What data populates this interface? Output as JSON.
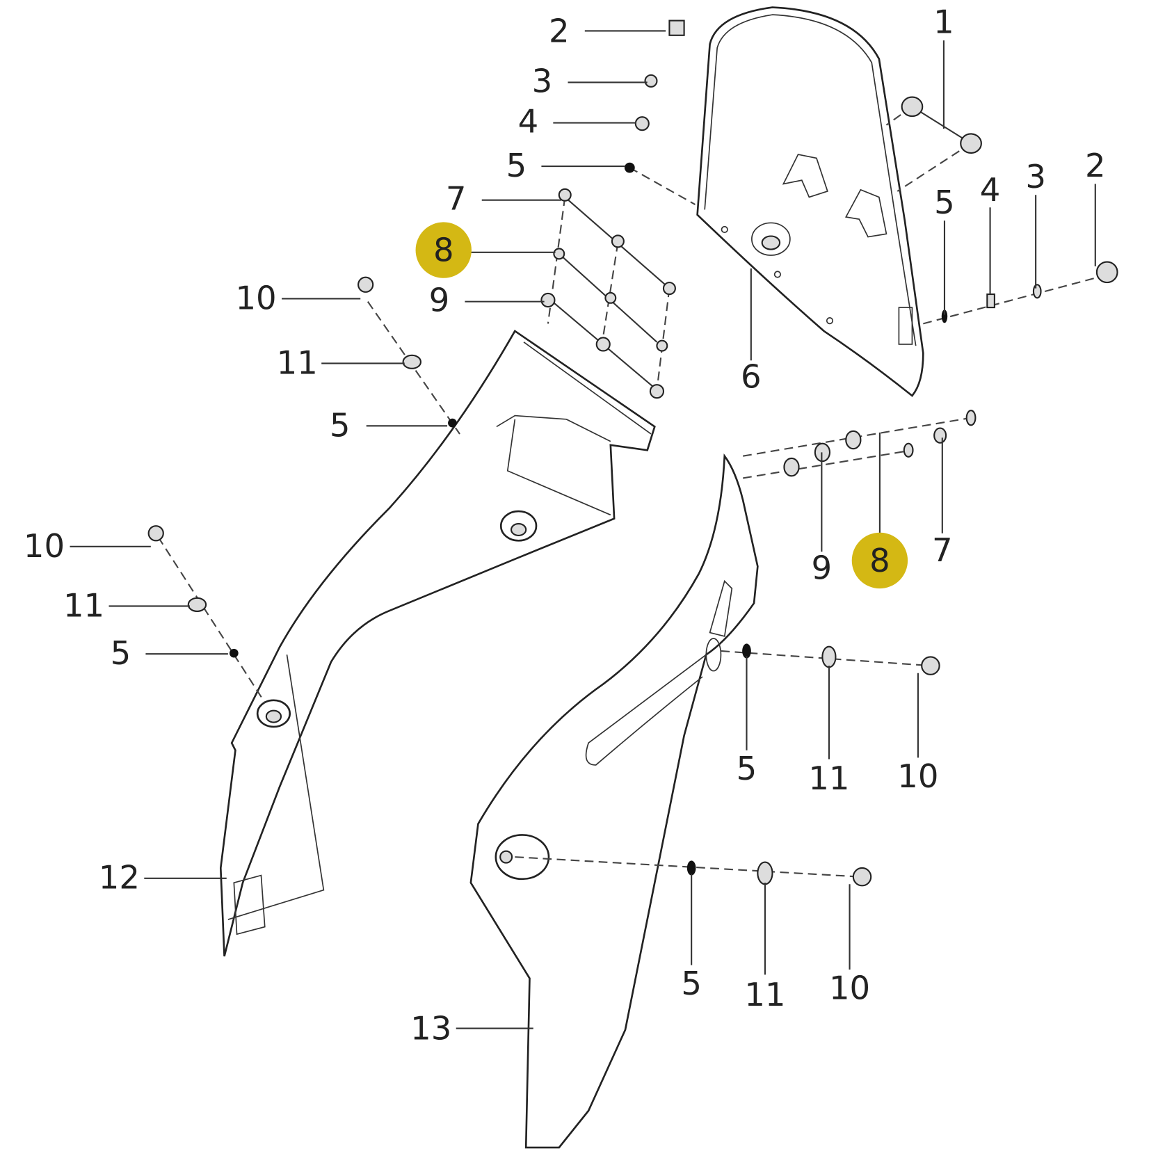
{
  "diagram": {
    "highlight_color": "#D4B814",
    "callouts": [
      {
        "id": "c1",
        "text": "1"
      },
      {
        "id": "c2a",
        "text": "2"
      },
      {
        "id": "c3a",
        "text": "3"
      },
      {
        "id": "c4a",
        "text": "4"
      },
      {
        "id": "c5a",
        "text": "5"
      },
      {
        "id": "c7a",
        "text": "7"
      },
      {
        "id": "c8a",
        "text": "8",
        "highlighted": true
      },
      {
        "id": "c9a",
        "text": "9"
      },
      {
        "id": "c10a",
        "text": "10"
      },
      {
        "id": "c11a",
        "text": "11"
      },
      {
        "id": "c5b",
        "text": "5"
      },
      {
        "id": "c10b",
        "text": "10"
      },
      {
        "id": "c11b",
        "text": "11"
      },
      {
        "id": "c5c",
        "text": "5"
      },
      {
        "id": "c12",
        "text": "12"
      },
      {
        "id": "c13",
        "text": "13"
      },
      {
        "id": "c6",
        "text": "6"
      },
      {
        "id": "c5d",
        "text": "5"
      },
      {
        "id": "c4b",
        "text": "4"
      },
      {
        "id": "c3b",
        "text": "3"
      },
      {
        "id": "c2b",
        "text": "2"
      },
      {
        "id": "c9b",
        "text": "9"
      },
      {
        "id": "c8b",
        "text": "8",
        "highlighted": true
      },
      {
        "id": "c7b",
        "text": "7"
      },
      {
        "id": "c5e",
        "text": "5"
      },
      {
        "id": "c11c",
        "text": "11"
      },
      {
        "id": "c10c",
        "text": "10"
      },
      {
        "id": "c5f",
        "text": "5"
      },
      {
        "id": "c11d",
        "text": "11"
      },
      {
        "id": "c10d",
        "text": "10"
      }
    ]
  }
}
